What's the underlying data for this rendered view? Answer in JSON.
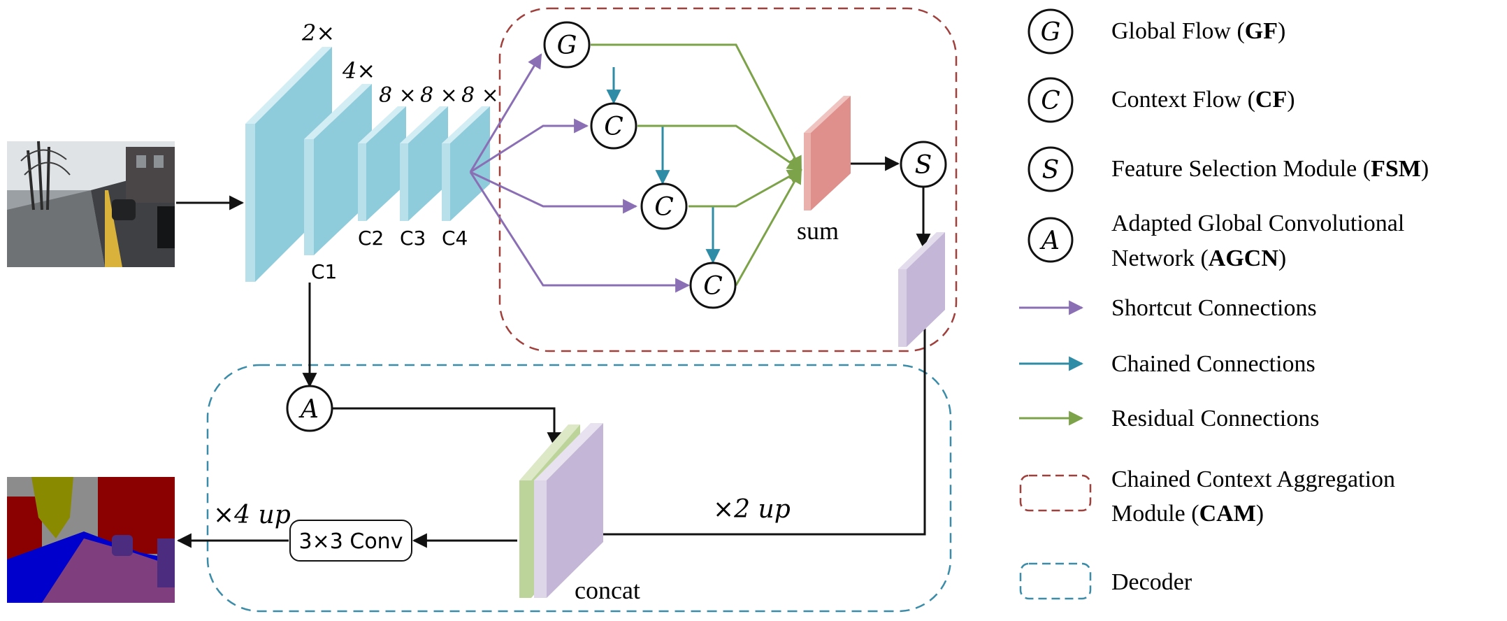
{
  "colors": {
    "shortcut": "#8a6fb5",
    "chained": "#2f8ca6",
    "residual": "#7da34a",
    "cam_border": "#a0403c",
    "decoder_border": "#3a8ca8",
    "encoder_fill": "#8ecbdb",
    "encoder_edge": "#d2edf4",
    "sum_fill": "#e0908c",
    "fsm_out_fill": "#c3b6d6",
    "concat_green": "#bcd49a",
    "arrow_black": "#111111"
  },
  "encoder": {
    "scales": [
      "2×",
      "4×",
      "8 ×",
      "8 ×",
      "8 ×"
    ],
    "stages": [
      "C1",
      "C2",
      "C3",
      "C4"
    ]
  },
  "nodes": {
    "global": "G",
    "context": "C",
    "fsm": "S",
    "agcn": "A"
  },
  "labels": {
    "sum": "sum",
    "concat": "concat",
    "conv": "3×3 Conv",
    "up2": "×2 up",
    "up4": "×4 up"
  },
  "legend": [
    {
      "symbol": "G",
      "text": "Global Flow (",
      "bold": "GF",
      "tail": ")"
    },
    {
      "symbol": "C",
      "text": "Context Flow (",
      "bold": "CF",
      "tail": ")"
    },
    {
      "symbol": "S",
      "text": "Feature Selection Module (",
      "bold": "FSM",
      "tail": ")"
    },
    {
      "symbol": "A",
      "text": "Adapted Global Convolutional",
      "text2": "Network (",
      "bold": "AGCN",
      "tail": ")"
    }
  ],
  "legend_lines": [
    {
      "type": "shortcut",
      "text": "Shortcut Connections"
    },
    {
      "type": "chained",
      "text": "Chained Connections"
    },
    {
      "type": "residual",
      "text": "Residual Connections"
    }
  ],
  "legend_boxes": [
    {
      "type": "cam",
      "text": "Chained Context Aggregation",
      "text2": "Module (",
      "bold": "CAM",
      "tail": ")"
    },
    {
      "type": "decoder",
      "text": "Decoder"
    }
  ]
}
